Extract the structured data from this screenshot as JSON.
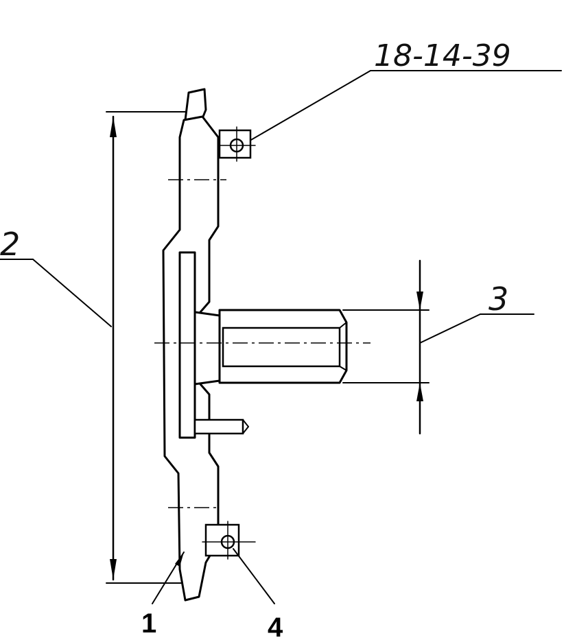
{
  "drawing": {
    "labels": {
      "part_code": "18-14-39",
      "label_1": "1",
      "label_2": "2",
      "label_3": "3",
      "label_4": "4"
    },
    "colors": {
      "ink": "#000000",
      "paper": "#ffffff"
    }
  }
}
